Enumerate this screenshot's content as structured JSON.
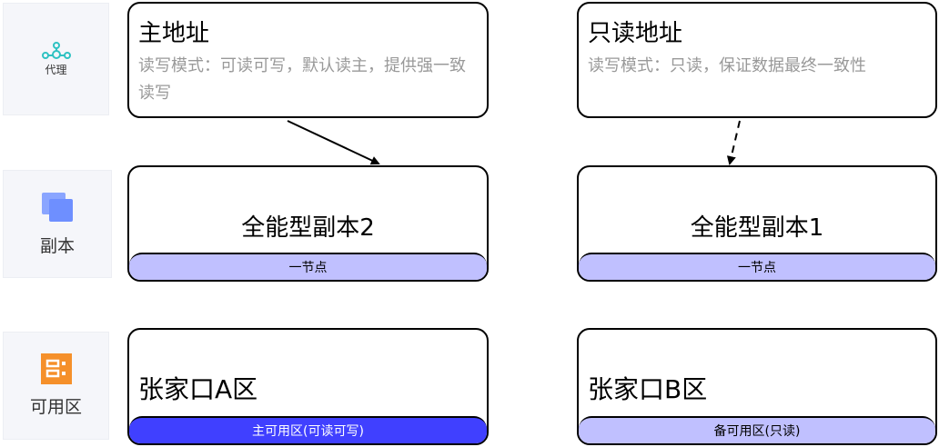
{
  "rows": [
    {
      "label": "代理",
      "icon": "proxy-icon"
    },
    {
      "label": "副本",
      "icon": "replica-icon"
    },
    {
      "label": "可用区",
      "icon": "zone-icon"
    }
  ],
  "address": {
    "primary": {
      "title": "主地址",
      "desc": "读写模式：可读可写，默认读主，提供强一致读写"
    },
    "readonly": {
      "title": "只读地址",
      "desc": "读写模式：只读，保证数据最终一致性"
    }
  },
  "replica": {
    "left": {
      "title": "全能型副本2",
      "band": "一节点"
    },
    "right": {
      "title": "全能型副本1",
      "band": "一节点"
    }
  },
  "zone": {
    "left": {
      "title": "张家口A区",
      "band": "主可用区(可读可写)"
    },
    "right": {
      "title": "张家口B区",
      "band": "备可用区(只读)"
    }
  },
  "colors": {
    "band_light": "#c0c0ff",
    "band_primary": "#4040ff",
    "proxy_icon": "#2fc2c2",
    "replica_icon": "#6e8fff",
    "zone_icon": "#f5902a"
  }
}
